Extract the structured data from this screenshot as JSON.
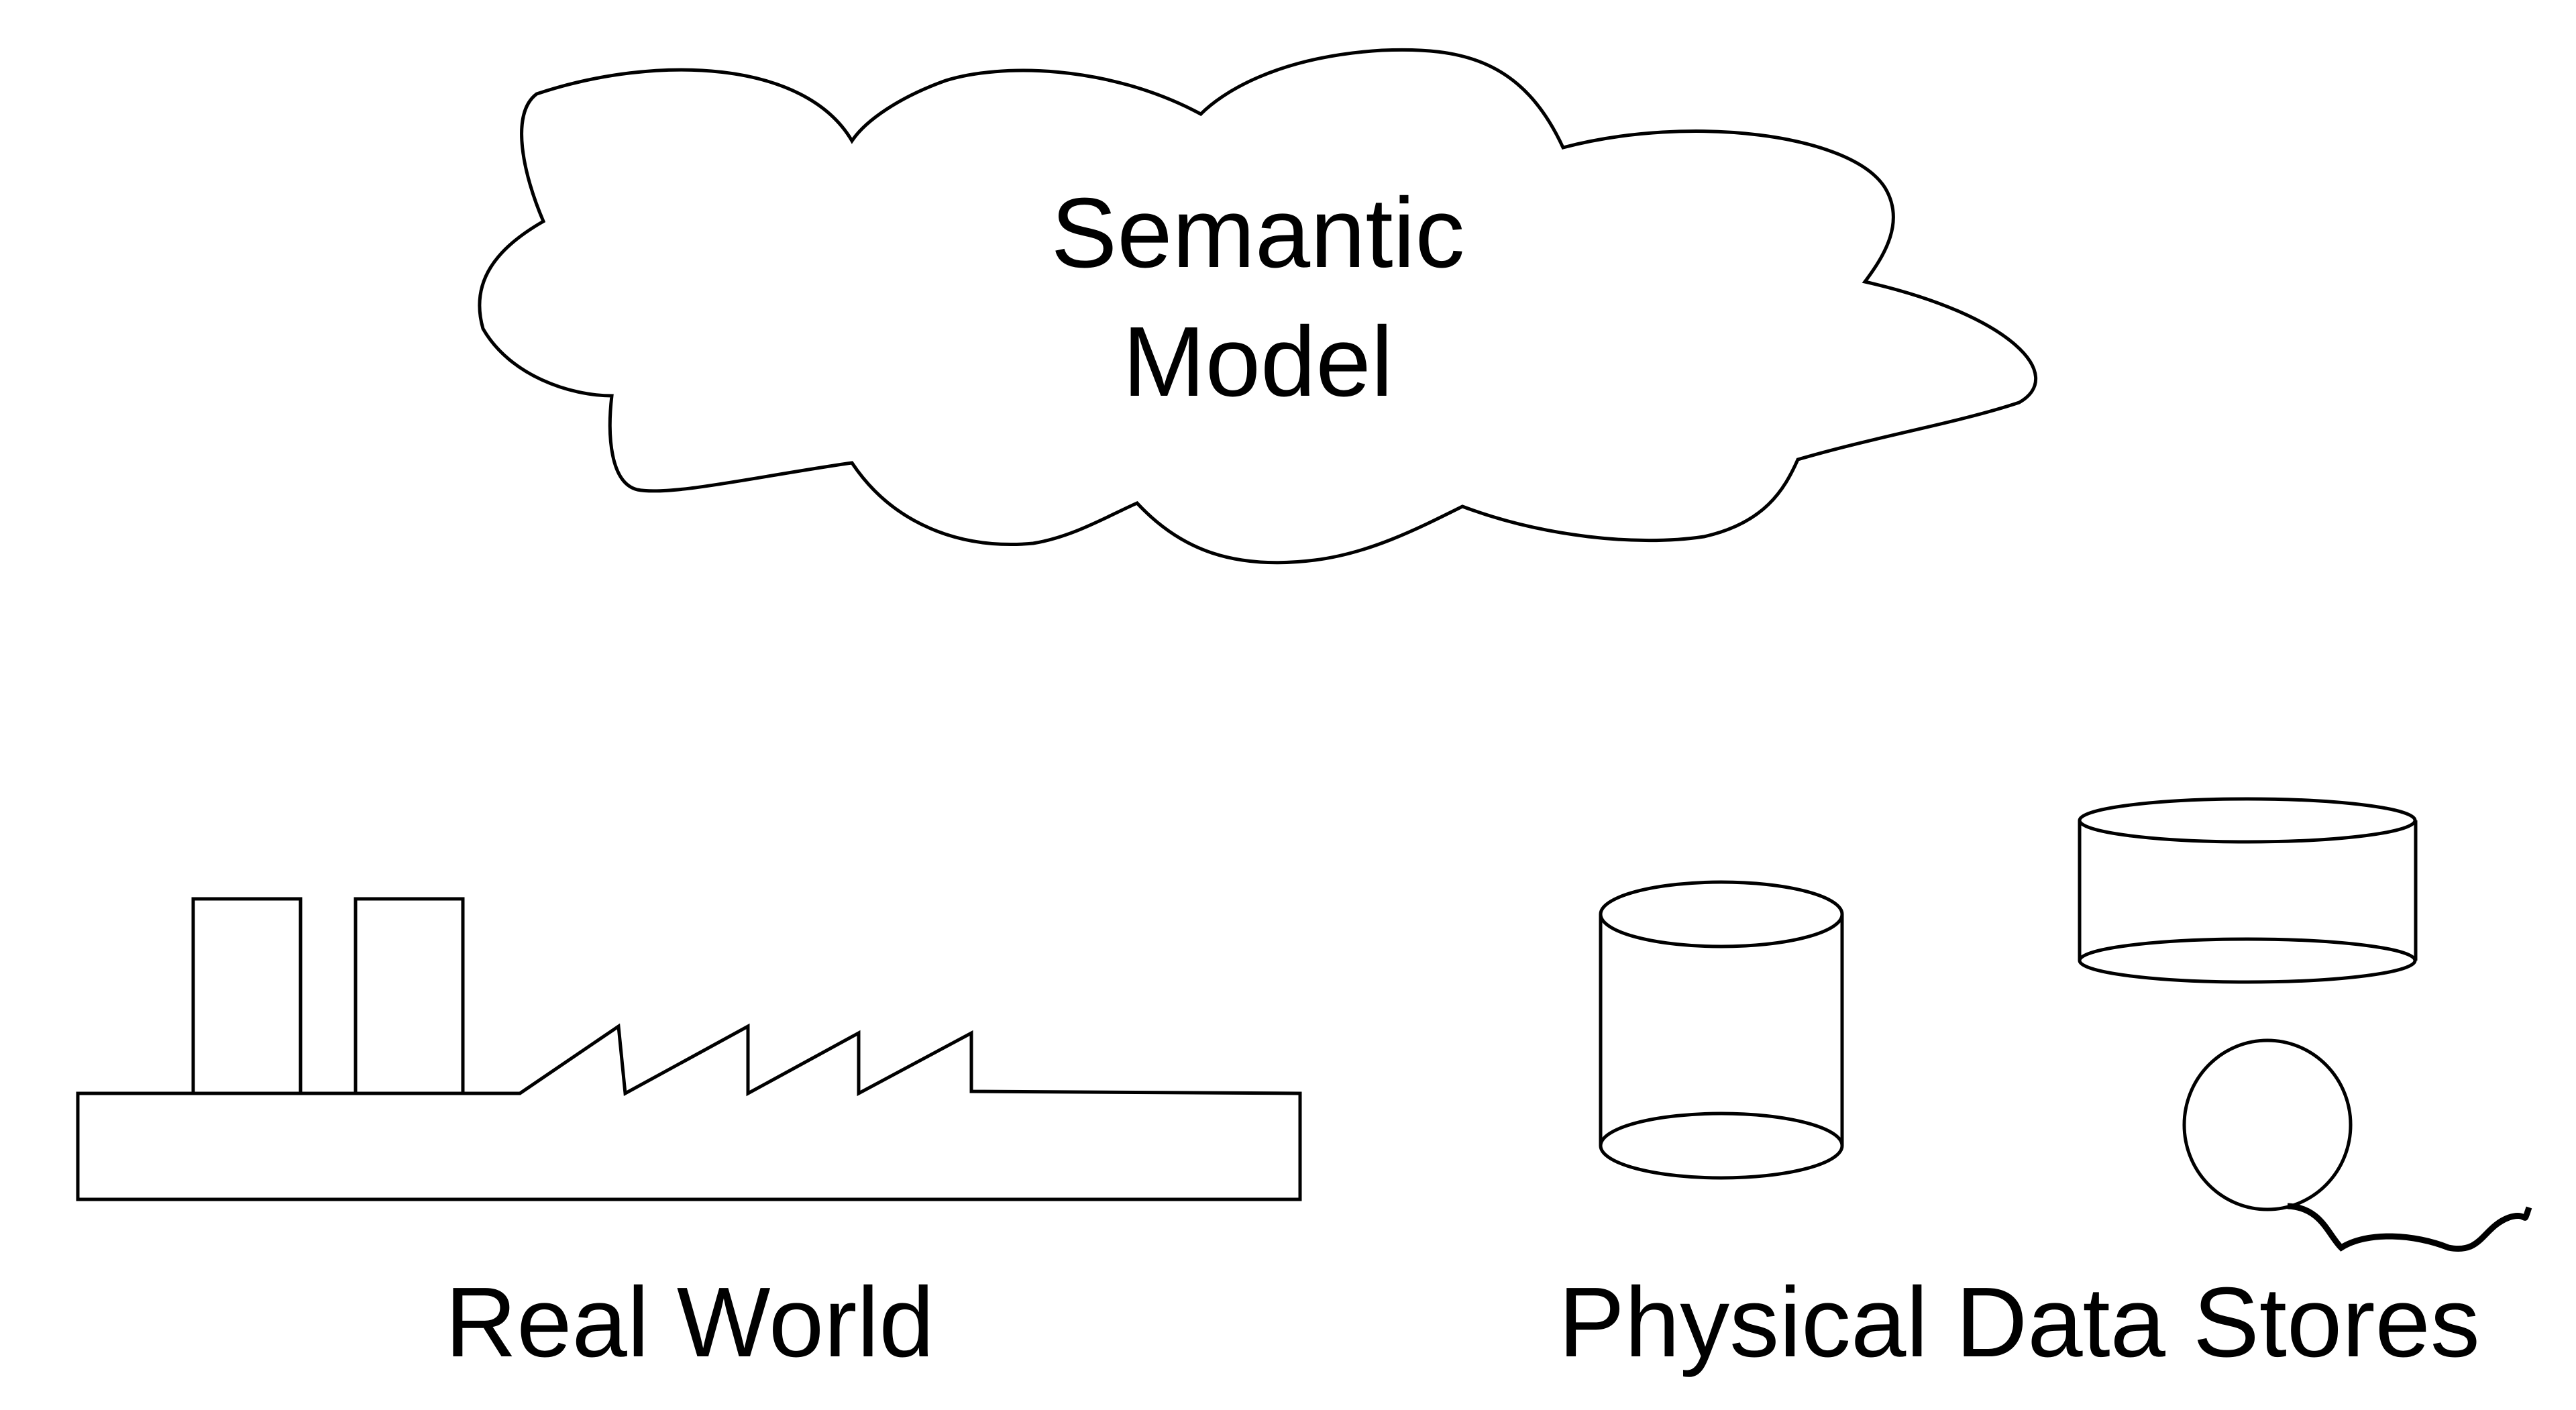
{
  "diagram": {
    "cloud": {
      "line1": "Semantic",
      "line2": "Model"
    },
    "real_world": {
      "label": "Real World",
      "icon": "factory-icon"
    },
    "data_stores": {
      "label": "Physical Data Stores",
      "icons": [
        "tall-cylinder-database-icon",
        "short-cylinder-database-icon",
        "disk-with-cable-icon"
      ]
    },
    "colors": {
      "stroke": "#000000",
      "background": "#ffffff"
    }
  }
}
